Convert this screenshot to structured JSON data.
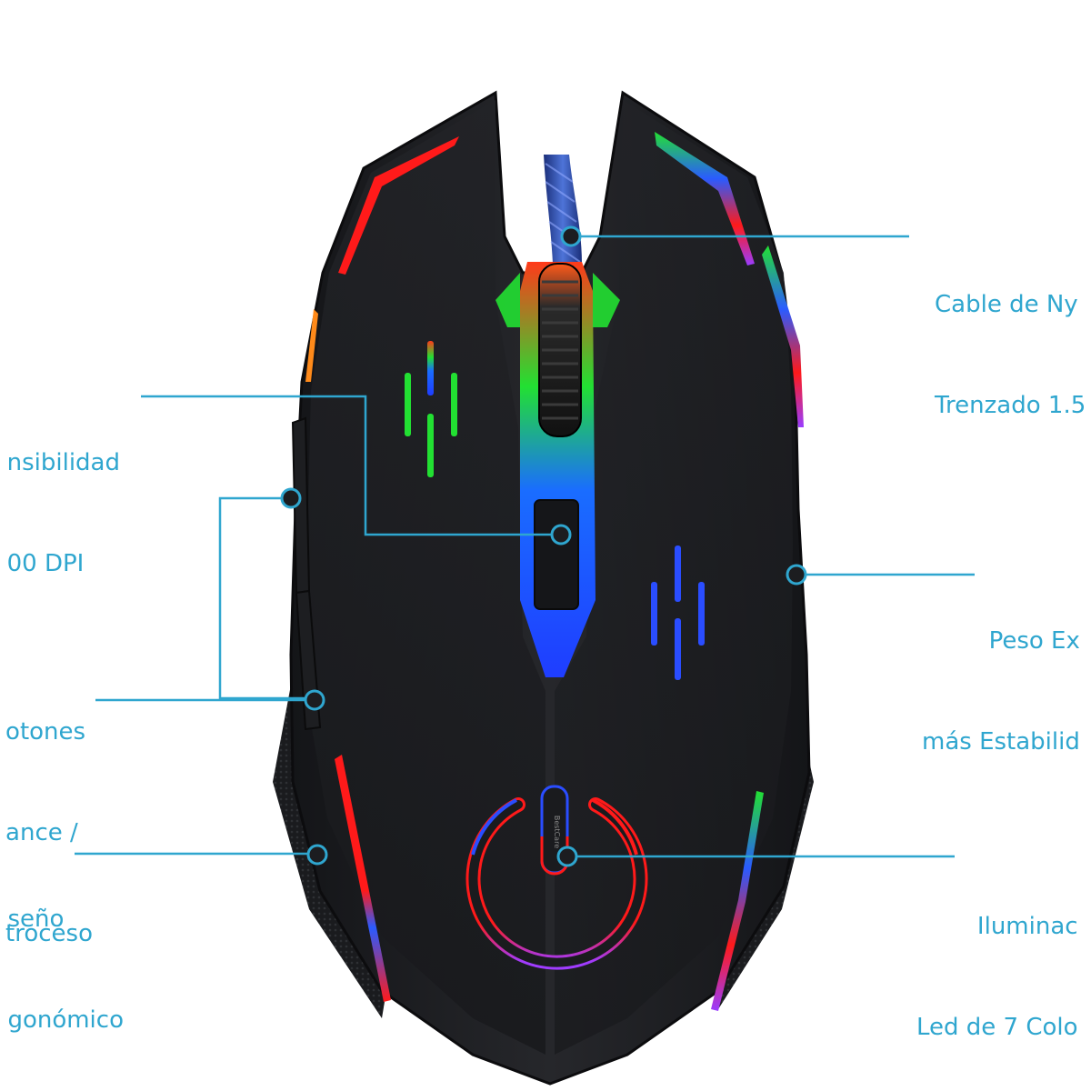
{
  "colors": {
    "callout": "#2fa6cf",
    "body": "#1c1d20",
    "red": "#ff1a1a",
    "green": "#22e032",
    "blue": "#1f4dff",
    "purple": "#9a3cff"
  },
  "callouts": {
    "cable": [
      "Cable de Ny",
      "Trenzado 1.5"
    ],
    "sensibilidad": [
      "nsibilidad",
      "00 DPI"
    ],
    "peso": [
      "Peso Ex",
      "más Estabilid"
    ],
    "botones": [
      "otones",
      "ance /",
      "troceso"
    ],
    "diseno": [
      "seño",
      "gonómico"
    ],
    "iluminacion": [
      "Iluminac",
      "Led de 7 Colo"
    ]
  },
  "power_badge_text": "BestCare"
}
